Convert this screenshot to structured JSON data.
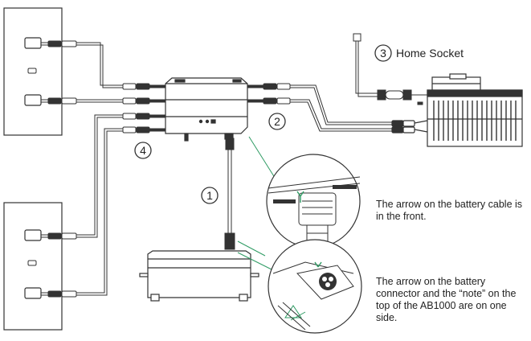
{
  "callouts": {
    "c1": "1",
    "c2": "2",
    "c3": "3",
    "c4": "4"
  },
  "home_socket_label": "Home Socket",
  "notes": {
    "arrow_cable": "The arrow on the battery cable is in the front.",
    "arrow_connector": "The arrow on the battery connector and the “note” on the top of the AB1000 are on one side."
  },
  "colors": {
    "line": "#333333",
    "accent_green": "#2e9b63"
  }
}
